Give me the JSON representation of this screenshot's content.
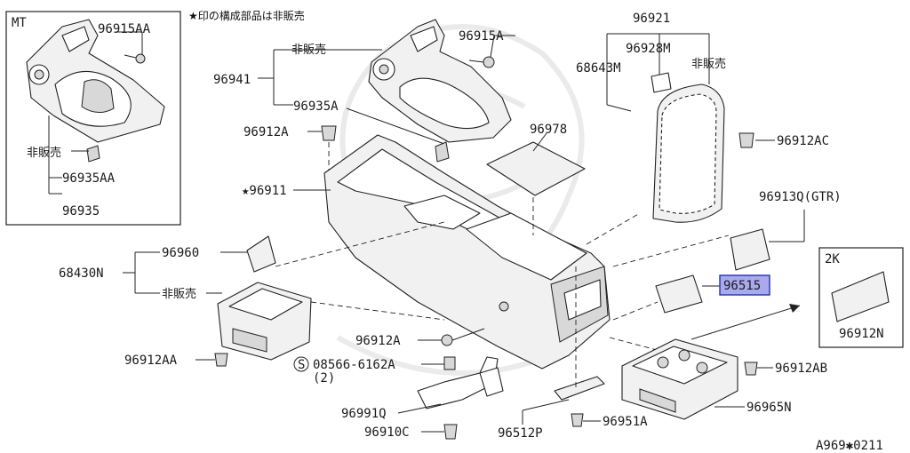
{
  "header": {
    "note": "★印の構成部品は非販売"
  },
  "inset_mt": {
    "title": "MT",
    "labels": {
      "p96915AA": "96915AA",
      "hihanbai": "非販売",
      "p96935AA": "96935AA",
      "p96935": "96935"
    }
  },
  "inset_2k": {
    "title": "2K",
    "labels": {
      "p96912N": "96912N"
    }
  },
  "labels": {
    "hihanbai_1": "非販売",
    "p96941": "96941",
    "p96935A": "96935A",
    "p96915A": "96915A",
    "p96912A_top": "96912A",
    "p96911": "★96911",
    "p96978": "96978",
    "p96921": "96921",
    "p96928M": "96928M",
    "p68643M": "68643M",
    "hihanbai_2": "非販売",
    "p96912AC": "96912AC",
    "p96913Q": "96913Q(GTR)",
    "p96515": "96515",
    "p96960": "96960",
    "p68430N": "68430N",
    "hihanbai_3": "非販売",
    "p96912AA": "96912AA",
    "p96912A_mid": "96912A",
    "s_circle": "S",
    "p08566": "08566-6162A",
    "p08566_qty": "(2)",
    "p96912AB": "96912AB",
    "p96991Q": "96991Q",
    "p96910C": "96910C",
    "p96512P": "96512P",
    "p96951A": "96951A",
    "p96965N": "96965N"
  },
  "footer": {
    "code": "A969✱0211"
  },
  "colors": {
    "highlight": "#a9a9ee",
    "line": "#222222"
  }
}
